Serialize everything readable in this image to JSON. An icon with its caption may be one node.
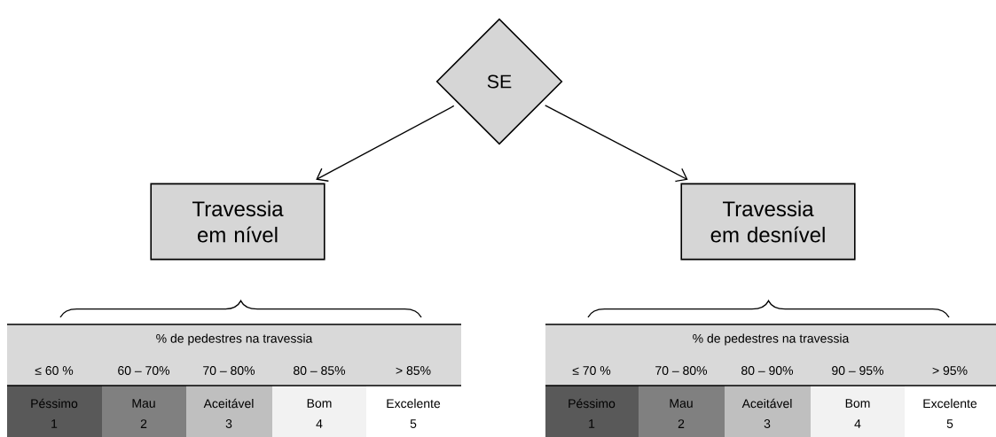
{
  "diagram": {
    "nodes": [
      {
        "text": [
          "SE"
        ]
      },
      {
        "text": [
          "Travessia em nível"
        ]
      },
      {
        "text": [
          "Travessia em desnível"
        ]
      }
    ],
    "edges": [
      {
        "from": 0,
        "to": 1,
        "arrow": "to"
      },
      {
        "from": 0,
        "to": 2,
        "arrow": "to"
      }
    ],
    "labels": [
      "% de pedestres na travessia",
      "≤ 60 %",
      "60 – 70%",
      "70 – 80%",
      "80 – 85%",
      "> 85%",
      "Péssimo",
      "Mau",
      "Aceitável",
      "Bom",
      "Excelente",
      "1",
      "2",
      "3",
      "4",
      "5",
      "% de pedestres na travessia",
      "≤ 70 %",
      "70 – 80%",
      "80 – 90%",
      "90 – 95%",
      "> 95%",
      "Péssimo",
      "Mau",
      "Aceitável",
      "Bom",
      "Excelente",
      "1",
      "2",
      "3",
      "4",
      "5"
    ]
  }
}
